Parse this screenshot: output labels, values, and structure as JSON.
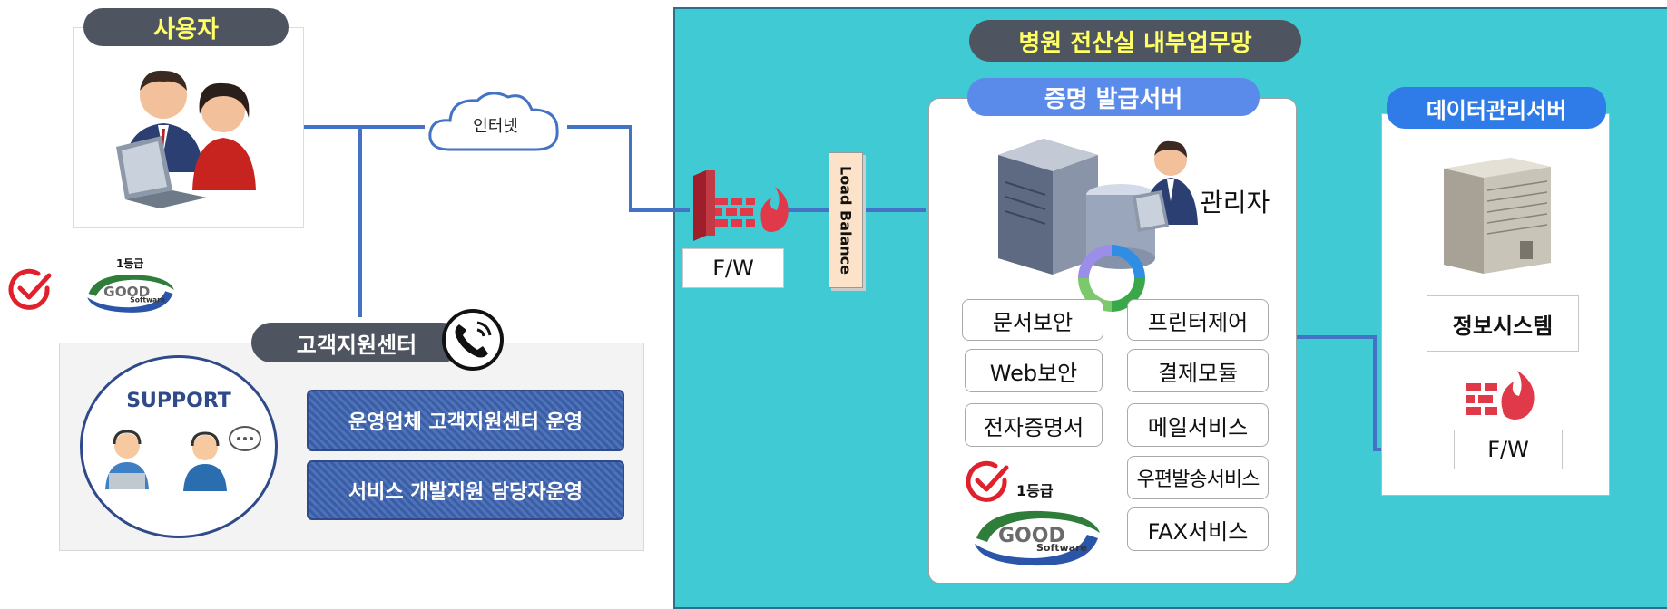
{
  "users": {
    "title": "사용자"
  },
  "internet": {
    "label": "인터넷"
  },
  "firewall_main": {
    "label": "F/W"
  },
  "load_balance": {
    "label": "Load Balance"
  },
  "hospital": {
    "title": "병원 전산실 내부업무망"
  },
  "cert_server": {
    "title": "증명 발급서버",
    "admin_label": "관리자",
    "modules_left": [
      "문서보안",
      "Web보안",
      "전자증명서"
    ],
    "modules_right": [
      "프린터제어",
      "결제모듈",
      "메일서비스",
      "우편발송서비스",
      "FAX서비스"
    ]
  },
  "data_server": {
    "title": "데이터관리서버",
    "system_label": "정보시스템",
    "firewall_label": "F/W"
  },
  "support": {
    "title": "고객지원센터",
    "badge": "SUPPORT",
    "items": [
      "운영업체 고객지원센터 운영",
      "서비스 개발지원 담당자운영"
    ]
  },
  "gs_badge": {
    "grade": "1등급",
    "word1": "GOOD",
    "word2": "Software"
  },
  "colors": {
    "teal": "#40cbd4",
    "navy_pill": "#4e5560",
    "blue_pill": "#5b8bea",
    "blue_pill2": "#2f7be8",
    "line": "#4472c4",
    "stripe": "#3a5ea5"
  }
}
